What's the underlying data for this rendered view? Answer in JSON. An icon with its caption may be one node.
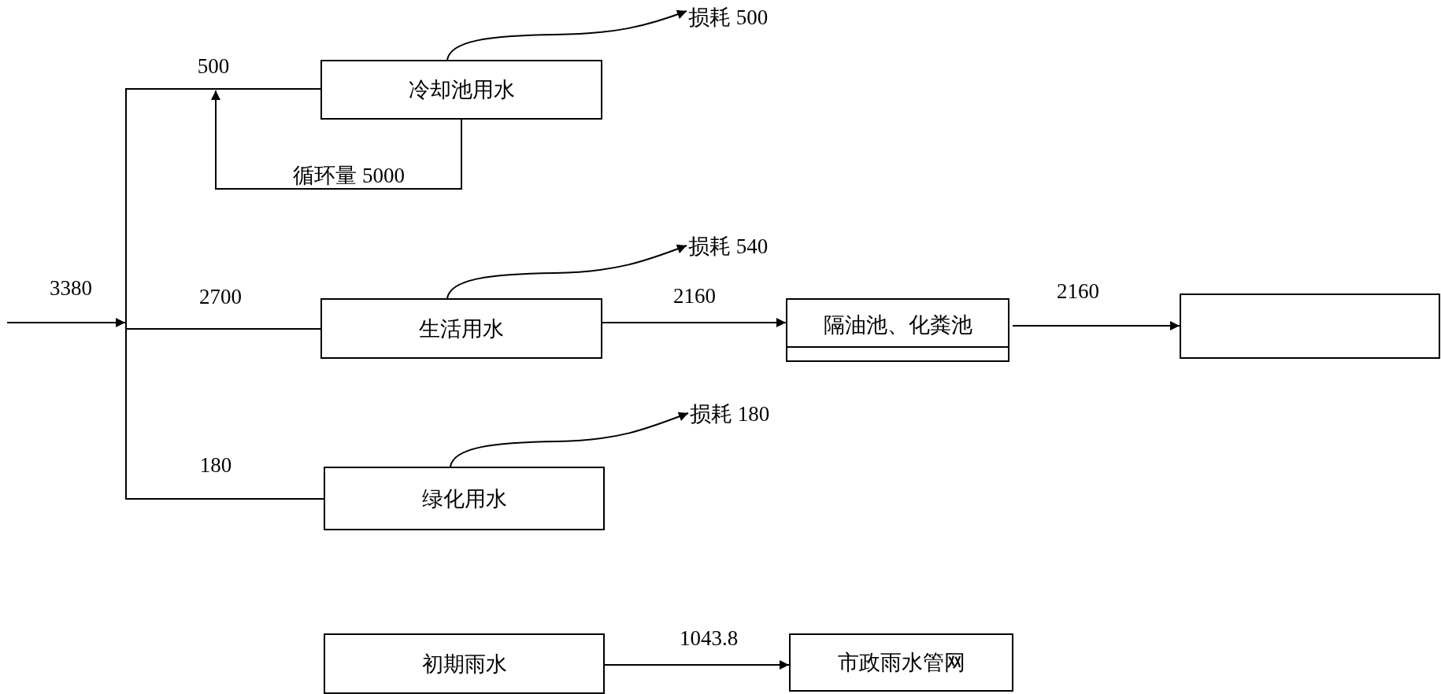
{
  "diagram": {
    "nodes": [
      {
        "text": [
          "冷却池用水"
        ]
      },
      {
        "text": [
          "损耗 500"
        ]
      },
      {
        "text": [
          "生活用水"
        ]
      },
      {
        "text": [
          "损耗 540"
        ]
      },
      {
        "text": [
          "绿化用水"
        ]
      },
      {
        "text": [
          "损耗 180"
        ]
      },
      {
        "text": [
          "隔油池、化粪池"
        ]
      },
      {
        "text": [],
        "shape": "box"
      },
      {
        "text": [
          "初期雨水"
        ]
      },
      {
        "text": [
          "市政雨水管网"
        ]
      },
      {
        "text": [],
        "shape": "bar"
      }
    ],
    "edges": [
      {
        "from": 10,
        "to": 0,
        "arrow": "none",
        "label": "500"
      },
      {
        "from": 10,
        "to": 2,
        "arrow": "none",
        "label": "2700"
      },
      {
        "from": 10,
        "to": 4,
        "arrow": "none",
        "label": "180"
      },
      {
        "from": 0,
        "to": null,
        "arrow": "to",
        "label": "循环量 5000"
      },
      {
        "from": 0,
        "to": 1,
        "arrow": "to"
      },
      {
        "from": 2,
        "to": 3,
        "arrow": "to"
      },
      {
        "from": 4,
        "to": 5,
        "arrow": "to"
      },
      {
        "from": 2,
        "to": 6,
        "arrow": "to",
        "label": "2160"
      },
      {
        "from": 6,
        "to": 7,
        "arrow": "to",
        "label": "2160"
      },
      {
        "from": 8,
        "to": 9,
        "arrow": "to",
        "label": "1043.8"
      },
      {
        "from": null,
        "to": 10,
        "arrow": "to",
        "label": "3380"
      }
    ]
  }
}
